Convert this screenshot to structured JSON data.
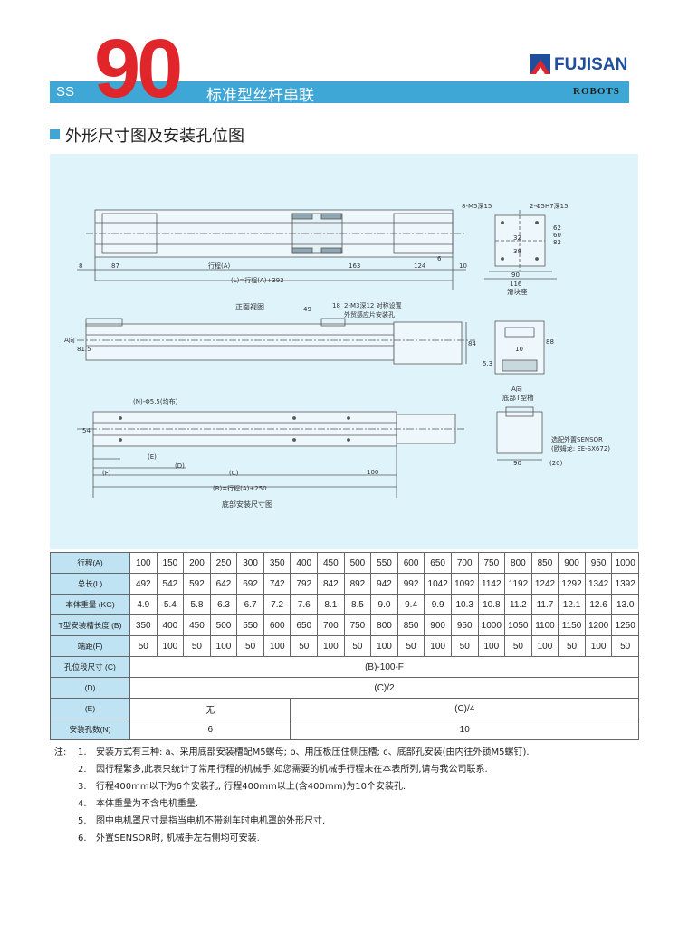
{
  "header": {
    "series_prefix": "SS",
    "model_number": "90",
    "product_name": "标准型丝杆串联",
    "brand_name": "FUJISAN",
    "brand_sub": "ROBOTS",
    "accent_color": "#3fa7d6",
    "number_color": "#e0262b"
  },
  "section": {
    "title": "外形尺寸图及安装孔位图"
  },
  "drawing": {
    "top_view": {
      "dims": [
        "8",
        "87",
        "行程(A)",
        "163",
        "124",
        "6",
        "10",
        "(L)=行程(A)+392"
      ]
    },
    "front_view": {
      "title": "正面视图",
      "labels": [
        "49",
        "18",
        "2-M3深12 对称设置",
        "外贸感应片安装孔",
        "A向",
        "81.5",
        "84"
      ]
    },
    "bottom_view": {
      "title": "底部安装尺寸图",
      "labels": [
        "(N)-Φ5.5(均布)",
        "54",
        "(E)",
        "(D)",
        "(F)",
        "(C)",
        "100",
        "(B)=行程(A)+250"
      ]
    },
    "slider": {
      "title": "滑块座",
      "labels": [
        "8-M5深15",
        "2-Φ5H7深15",
        "32",
        "38",
        "60",
        "90",
        "116",
        "82",
        "62"
      ]
    },
    "slot": {
      "title": "底部T型槽",
      "labels": [
        "10",
        "5.3",
        "A向",
        "88"
      ]
    },
    "sensor": {
      "labels": [
        "选配外置SENSOR",
        "(欧姆龙: EE-SX672)",
        "90",
        "(20)"
      ]
    }
  },
  "table": {
    "strokes": [
      "100",
      "150",
      "200",
      "250",
      "300",
      "350",
      "400",
      "450",
      "500",
      "550",
      "600",
      "650",
      "700",
      "750",
      "800",
      "850",
      "900",
      "950",
      "1000"
    ],
    "rows": [
      {
        "label": "行程(A)",
        "cells": [
          "100",
          "150",
          "200",
          "250",
          "300",
          "350",
          "400",
          "450",
          "500",
          "550",
          "600",
          "650",
          "700",
          "750",
          "800",
          "850",
          "900",
          "950",
          "1000"
        ]
      },
      {
        "label": "总长(L)",
        "cells": [
          "492",
          "542",
          "592",
          "642",
          "692",
          "742",
          "792",
          "842",
          "892",
          "942",
          "992",
          "1042",
          "1092",
          "1142",
          "1192",
          "1242",
          "1292",
          "1342",
          "1392"
        ]
      },
      {
        "label": "本体重量 (KG)",
        "cells": [
          "4.9",
          "5.4",
          "5.8",
          "6.3",
          "6.7",
          "7.2",
          "7.6",
          "8.1",
          "8.5",
          "9.0",
          "9.4",
          "9.9",
          "10.3",
          "10.8",
          "11.2",
          "11.7",
          "12.1",
          "12.6",
          "13.0"
        ]
      },
      {
        "label": "T型安装槽长度 (B)",
        "cells": [
          "350",
          "400",
          "450",
          "500",
          "550",
          "600",
          "650",
          "700",
          "750",
          "800",
          "850",
          "900",
          "950",
          "1000",
          "1050",
          "1100",
          "1150",
          "1200",
          "1250"
        ]
      },
      {
        "label": "端距(F)",
        "cells": [
          "50",
          "100",
          "50",
          "100",
          "50",
          "100",
          "50",
          "100",
          "50",
          "100",
          "50",
          "100",
          "50",
          "100",
          "50",
          "100",
          "50",
          "100",
          "50"
        ]
      }
    ],
    "span_rows": [
      {
        "label": "孔位段尺寸 (C)",
        "value": "(B)-100-F"
      },
      {
        "label": "(D)",
        "value": "(C)/2"
      }
    ],
    "split_rows": [
      {
        "label": "(E)",
        "left": "无",
        "right": "(C)/4"
      },
      {
        "label": "安装孔数(N)",
        "left": "6",
        "right": "10"
      }
    ]
  },
  "notes": {
    "lead": "注:",
    "items": [
      {
        "num": "1.",
        "text": "安装方式有三种: a、采用底部安装槽配M5螺母; b、用压板压住侧压槽; c、底部孔安装(由内往外锁M5螺钉)."
      },
      {
        "num": "2.",
        "text": "因行程繁多,此表只统计了常用行程的机械手,如您需要的机械手行程未在本表所列,请与我公司联系."
      },
      {
        "num": "3.",
        "text": "行程400mm以下为6个安装孔, 行程400mm以上(含400mm)为10个安装孔."
      },
      {
        "num": "4.",
        "text": "本体重量为不含电机重量."
      },
      {
        "num": "5.",
        "text": "图中电机罩尺寸是指当电机不带刹车时电机罩的外形尺寸."
      },
      {
        "num": "6.",
        "text": "外置SENSOR时, 机械手左右侧均可安装."
      }
    ]
  }
}
